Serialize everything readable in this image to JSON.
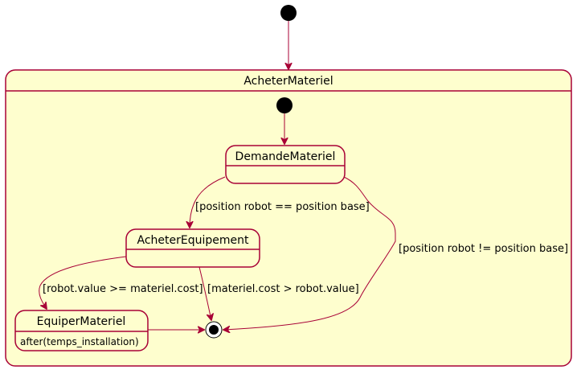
{
  "composite_state": {
    "name": "AcheterMateriel"
  },
  "states": {
    "demande": {
      "name": "DemandeMateriel"
    },
    "acheter": {
      "name": "AcheterEquipement"
    },
    "equiper": {
      "name": "EquiperMateriel",
      "activity": "after(temps_installation)"
    }
  },
  "transitions": {
    "demande_to_acheter": "[position robot == position base]",
    "demande_to_final": "[position robot != position base]",
    "acheter_to_equiper": "[robot.value >= materiel.cost]",
    "acheter_to_final": "[materiel.cost > robot.value]"
  },
  "colors": {
    "border": "#a80036",
    "fill": "#fefece",
    "node": "#000000"
  }
}
